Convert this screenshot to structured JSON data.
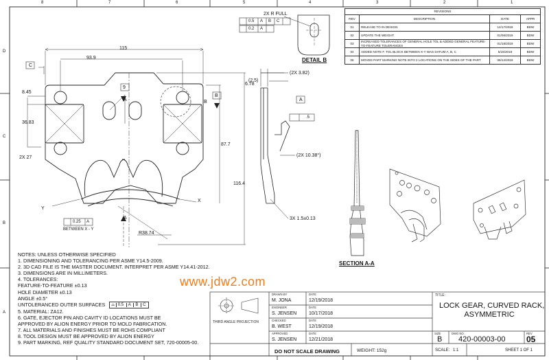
{
  "watermark": "www.jdw2.com",
  "zones": {
    "top": [
      "8",
      "7",
      "6",
      "5",
      "4",
      "3",
      "2",
      "1"
    ],
    "left": [
      "D",
      "C",
      "B",
      "A"
    ]
  },
  "revisions": {
    "caption": "REVISIONS",
    "headers": [
      "REV",
      "DESCRIPTION",
      "DATE",
      "APPR"
    ],
    "rows": [
      [
        "01",
        "RELEASE TO IN DESIGN",
        "12/17/2018",
        "BDW"
      ],
      [
        "02",
        "UPDATE THE WEIGHT",
        "01/06/2019",
        "BDW"
      ],
      [
        "03",
        "INCREASED TOLERANCES OF GENERAL HOLE TOL & ADDED GENERAL FEATURE-TO-FEATURE TOLERANCES",
        "01/18/2019",
        "BDW"
      ],
      [
        "04",
        "ADDED NOTE F. TOL BLOCK BETWEEN X-Y WAS DATUM A, B, C",
        "5/15/2019",
        "BDW"
      ],
      [
        "05",
        "MOVED PART MARKING NOTE INTO 2 LOCATIONS ON THE SIDES OF THE PART",
        "08/12/2019",
        "BDW"
      ]
    ]
  },
  "dims": {
    "d115": "115",
    "d939": "93.9",
    "d845": "8.45",
    "d3683": "36.83",
    "d2x27": "2X 27",
    "d877": "87.7",
    "d1164": "116.4",
    "r3874": "R38.74",
    "d678": "6.78",
    "d2x382": "(2X 3.82)",
    "d25": "(2.5)",
    "d2x1038": "(2X 10.38°)",
    "d3x15": "3X 1.5±0.13",
    "d5": ".5",
    "d9": "9",
    "a": "A",
    "b": "B",
    "c": "C",
    "x": "X",
    "y": "Y",
    "between": "BETWEEN X - Y",
    "prof": "0.25",
    "rfull": "2X R FULL",
    "fcf1": "0.5",
    "fcf2": "0.2"
  },
  "labels": {
    "detail": "DETAIL B",
    "section": "SECTION A-A"
  },
  "notes": [
    "NOTES: UNLESS OTHERWISE SPECIFIED",
    "1.  DIMENSIONING AND TOLERANCING PER ASME Y14.5-2009.",
    "2.  3D CAD FILE IS THE MASTER DOCUMENT.  INTERPRET PER ASME Y14.41-2012.",
    "3.  DIMENSIONS ARE IN MILLIMETERS.",
    "4.  TOLERANCES:",
    "      FEATURE-TO-FEATURE ±0.13",
    "      HOLE DIAMETER ±0.13",
    "      ANGLE ±0.5°",
    "    UNTOLERANCED OUTER SURFACES",
    "5.  MATERIAL: ZA12.",
    "6.  GATE, EJECTOR PIN AND CAVITY ID LOCATIONS MUST BE",
    "      APPROVED BY ALION ENERGY PRIOR TO MOLD FABRICATION.",
    "7.  ALL MATERIALS AND FINISHES MUST BE ROHS COMPLIANT",
    "8.  TOOL DESIGN MUST BE APPROVED BY ALION ENERGY",
    "9.  PART MARKING, REF QUALITY STANDARD DOCUMENT SET, 720-00005-00."
  ],
  "surface_fcf": {
    "tol": "0.5",
    "a": "A",
    "b": "B",
    "c": "C"
  },
  "title_block": {
    "drawn_by_lbl": "DRAWN BY",
    "drawn_by": "M. JONA",
    "drawn_date": "12/19/2018",
    "engineer_lbl": "ENGINEER",
    "engineer": "S. JENSEN",
    "engineer_date": "10/17/2018",
    "checked_lbl": "CHECKED",
    "checked": "B. WEST",
    "checked_date": "12/19/2018",
    "approved_lbl": "APPROVED",
    "approved": "S. JENSEN",
    "approved_date": "12/21/2018",
    "date_lbl": "DATE",
    "projection": "THIRD ANGLE PROJECTION",
    "no_scale": "DO NOT SCALE DRAWING",
    "weight": "WEIGHT: 152g",
    "title_lbl": "TITLE:",
    "title_line1": "LOCK GEAR, CURVED RACK,",
    "title_line2": "ASYMMETRIC",
    "size_lbl": "SIZE",
    "size": "B",
    "dwg_lbl": "DWG NO.",
    "dwg": "420-00003-00",
    "rev_lbl": "REV",
    "rev": "05",
    "scale_lbl": "SCALE:",
    "scale": "1:1",
    "sheet": "SHEET  1  OF  1"
  }
}
